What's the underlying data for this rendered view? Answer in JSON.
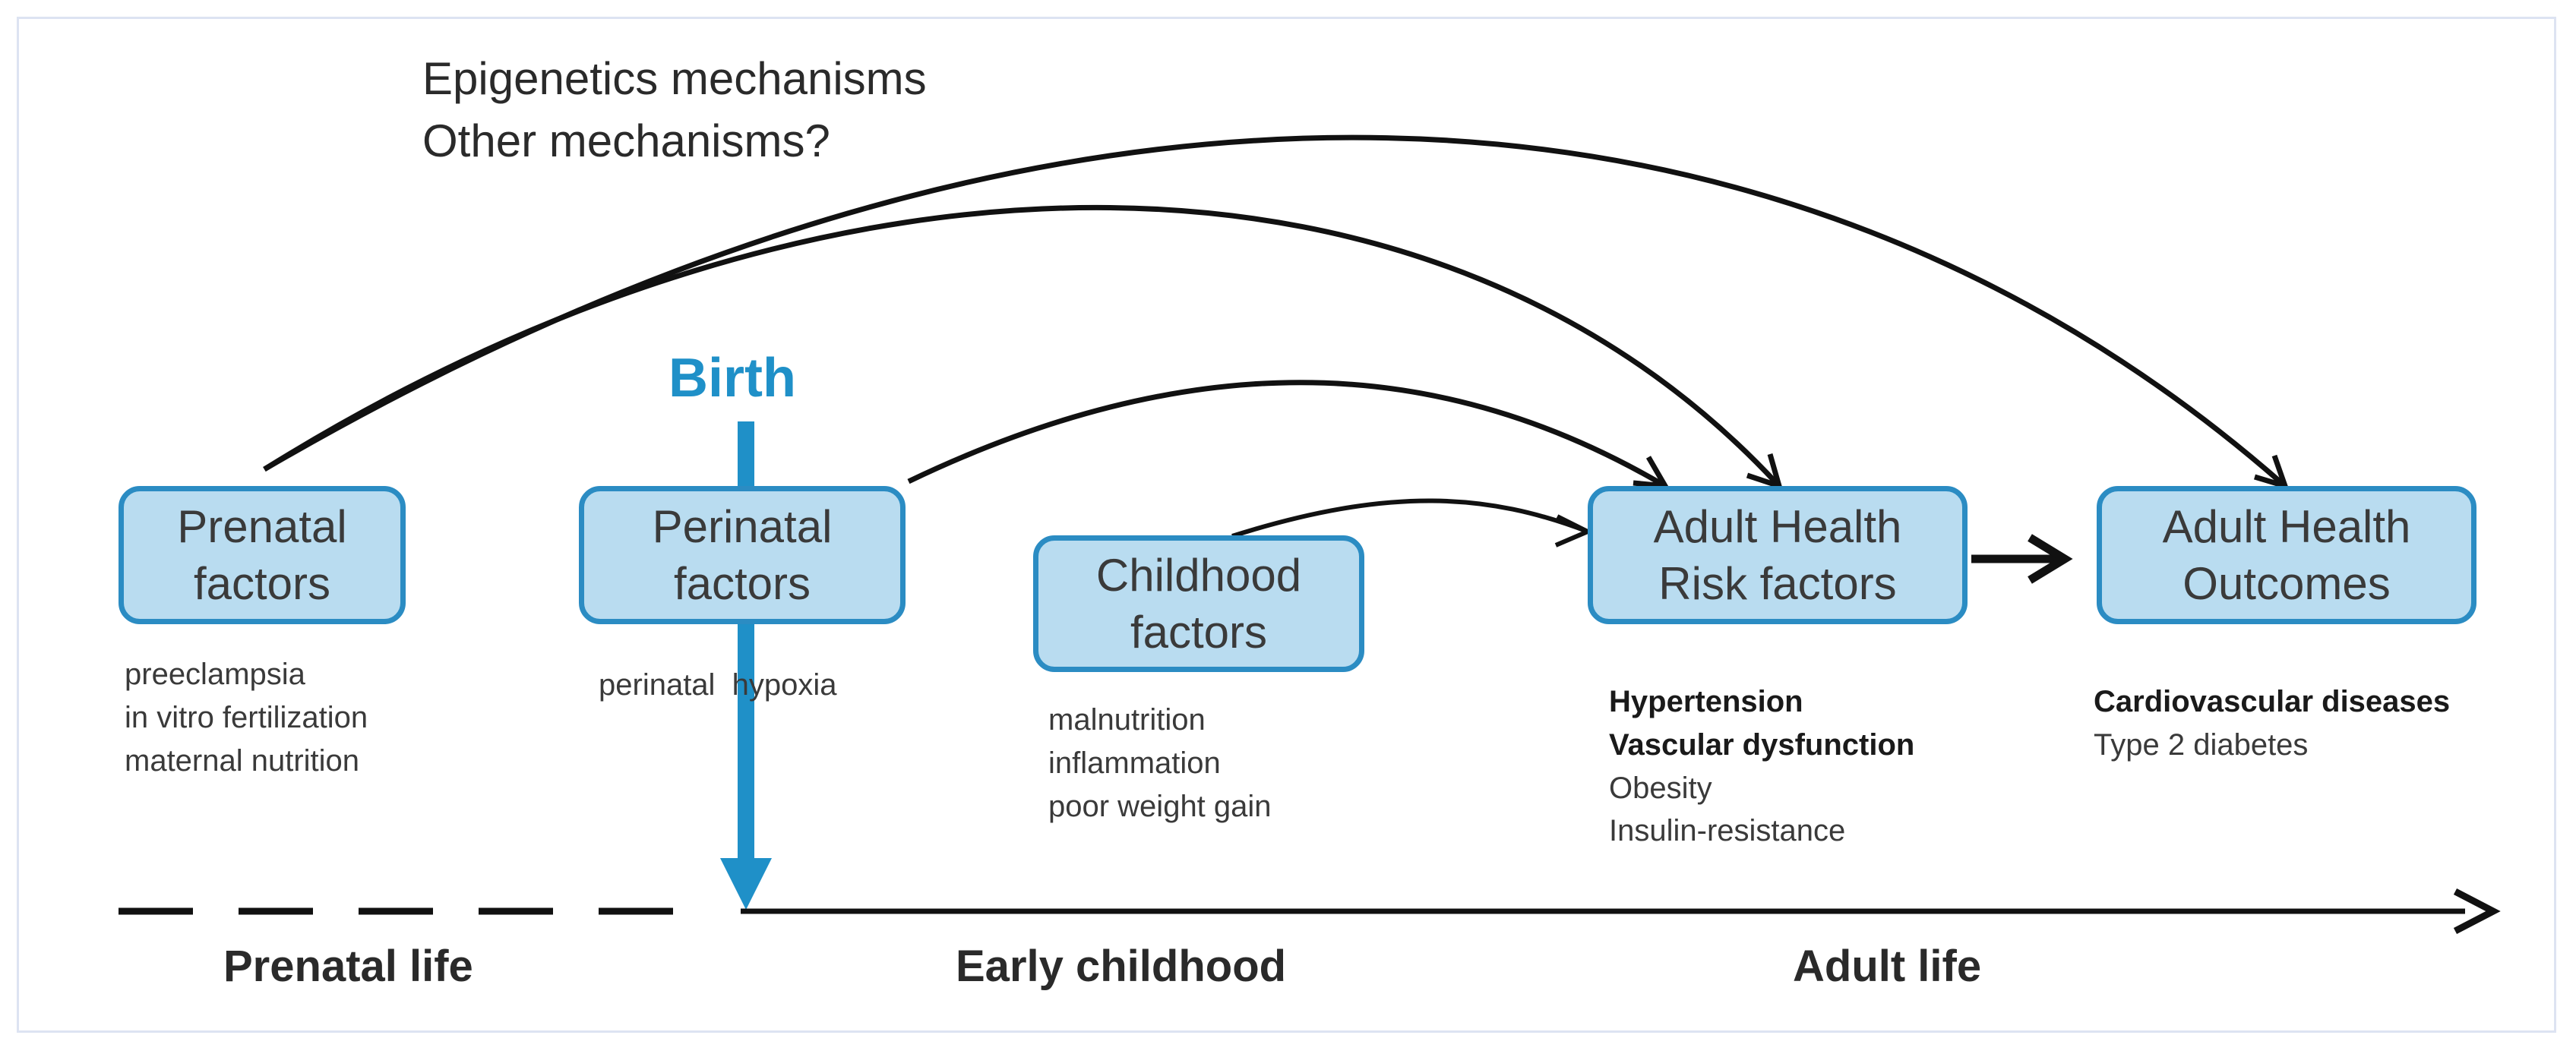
{
  "mechanisms": {
    "line1": "Epigenetics mechanisms",
    "line2": "Other mechanisms?"
  },
  "birth_label": "Birth",
  "boxes": {
    "prenatal": {
      "line1": "Prenatal",
      "line2": "factors"
    },
    "perinatal": {
      "line1": "Perinatal",
      "line2": "factors"
    },
    "childhood": {
      "line1": "Childhood",
      "line2": "factors"
    },
    "adult_risk": {
      "line1": "Adult Health",
      "line2": "Risk factors"
    },
    "adult_outcomes": {
      "line1": "Adult Health",
      "line2": "Outcomes"
    }
  },
  "lists": {
    "prenatal": [
      "preeclampsia",
      "in vitro fertilization",
      "maternal nutrition"
    ],
    "perinatal": [
      "perinatal  hypoxia"
    ],
    "childhood": [
      "malnutrition",
      "inflammation",
      "poor weight gain"
    ],
    "adult_risk": {
      "bold": [
        "Hypertension",
        "Vascular dysfunction"
      ],
      "plain": [
        "Obesity",
        "Insulin-resistance"
      ]
    },
    "adult_outcomes": {
      "bold": [
        "Cardiovascular diseases"
      ],
      "plain": [
        "Type 2 diabetes"
      ]
    }
  },
  "periods": {
    "prenatal": "Prenatal life",
    "early": "Early childhood",
    "adult": "Adult life"
  },
  "colors": {
    "box_fill": "#b9dcf0",
    "box_border": "#2b8cc3",
    "birth": "#1f90c8",
    "arrow": "#111111"
  }
}
